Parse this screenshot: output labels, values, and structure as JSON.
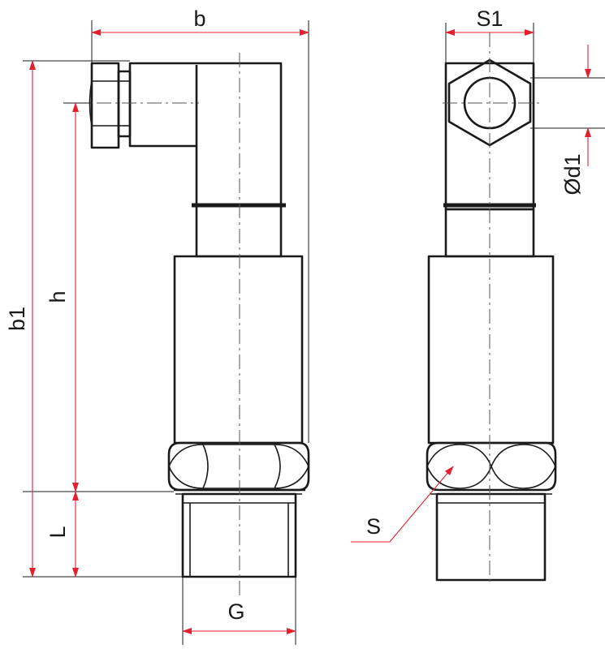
{
  "drawing": {
    "dimension_color": "#e4202e",
    "outline_color": "#1a1a1a",
    "labels": {
      "b": "b",
      "b1": "b1",
      "h": "h",
      "L": "L",
      "G": "G",
      "S1": "S1",
      "d1": "Ød1",
      "S": "S"
    }
  }
}
